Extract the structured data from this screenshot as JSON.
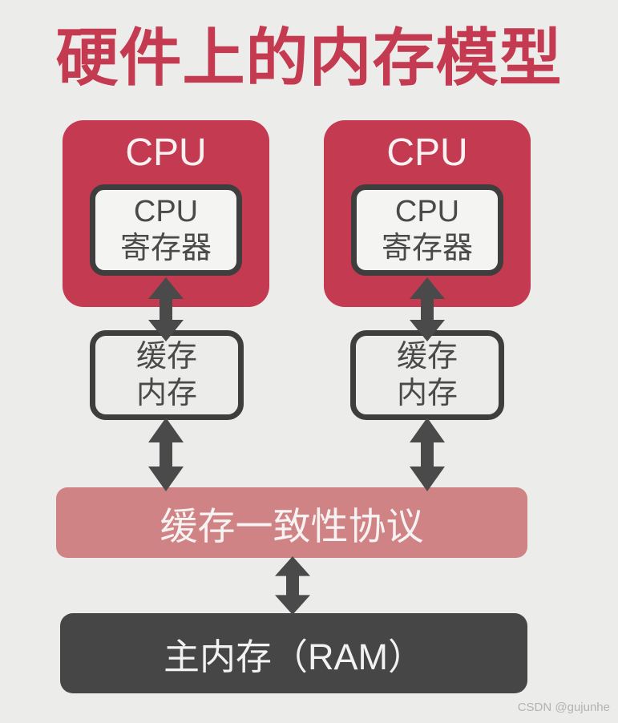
{
  "title": "硬件上的内存模型",
  "watermark": "CSDN @gujunhe",
  "colors": {
    "background": "#ECECEA",
    "accent_red": "#C43A50",
    "title_red": "#C43A50",
    "protocol_pink": "#D08384",
    "memory_dark": "#464646",
    "arrow_gray": "#4A4A4A",
    "box_fill": "#F4F4F2",
    "border_dark": "#3E3E3E",
    "text_dark": "#4A4A4A",
    "watermark_gray": "#B3B3B6"
  },
  "diagram": {
    "cpus": [
      {
        "label": "CPU",
        "register": {
          "line1": "CPU",
          "line2": "寄存器"
        },
        "cache": {
          "line1": "缓存",
          "line2": "内存"
        }
      },
      {
        "label": "CPU",
        "register": {
          "line1": "CPU",
          "line2": "寄存器"
        },
        "cache": {
          "line1": "缓存",
          "line2": "内存"
        }
      }
    ],
    "protocol_label": "缓存一致性协议",
    "main_memory_label": "主内存（RAM）",
    "connections": [
      "cpu0-register <-> cpu0-cache",
      "cpu1-register <-> cpu1-cache",
      "cpu0-cache <-> protocol",
      "cpu1-cache <-> protocol",
      "protocol <-> main-memory"
    ]
  }
}
